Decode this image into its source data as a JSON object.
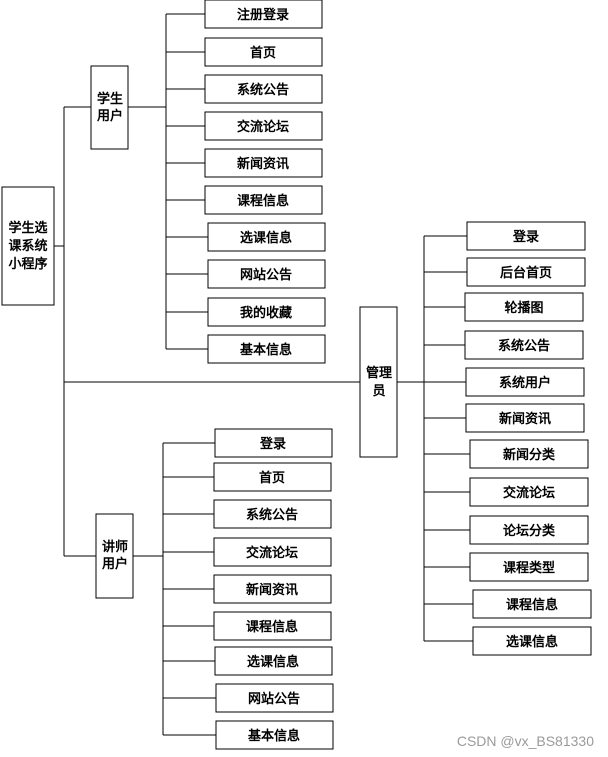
{
  "root": {
    "lines": [
      "学生选",
      "课系统",
      "小程序"
    ]
  },
  "student": {
    "lines": [
      "学生",
      "用户"
    ],
    "items": [
      "注册登录",
      "首页",
      "系统公告",
      "交流论坛",
      "新闻资讯",
      "课程信息",
      "选课信息",
      "网站公告",
      "我的收藏",
      "基本信息"
    ]
  },
  "admin": {
    "lines": [
      "管理",
      "员"
    ],
    "items": [
      "登录",
      "后台首页",
      "轮播图",
      "系统公告",
      "系统用户",
      "新闻资讯",
      "新闻分类",
      "交流论坛",
      "论坛分类",
      "课程类型",
      "课程信息",
      "选课信息"
    ]
  },
  "teacher": {
    "lines": [
      "讲师",
      "用户"
    ],
    "items": [
      "登录",
      "首页",
      "系统公告",
      "交流论坛",
      "新闻资讯",
      "课程信息",
      "选课信息",
      "网站公告",
      "基本信息"
    ]
  },
  "watermark": "CSDN @vx_BS81330"
}
